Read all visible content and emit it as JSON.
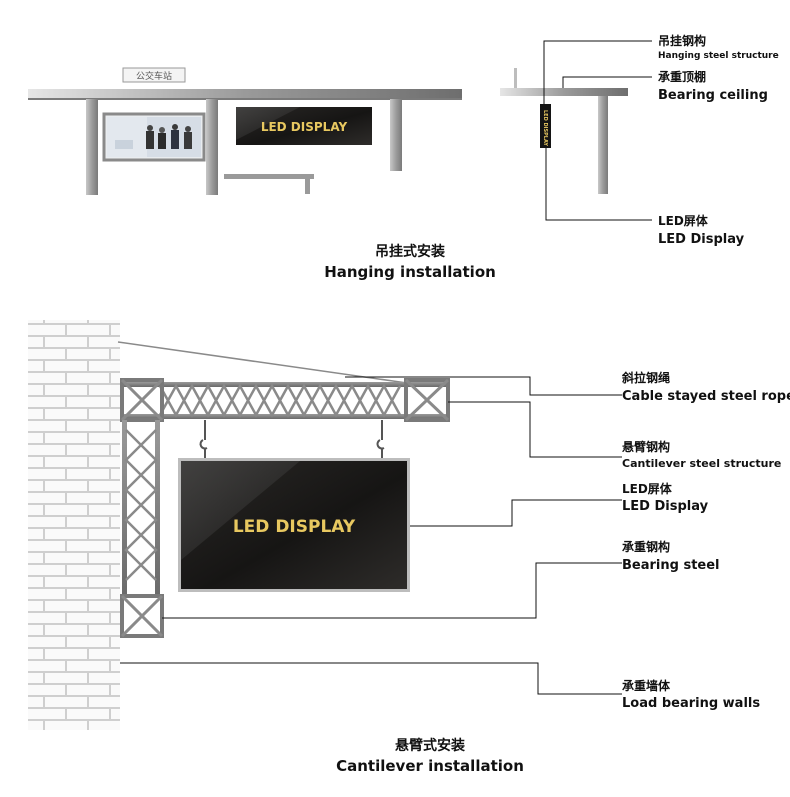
{
  "hanging": {
    "caption_cn": "吊挂式安装",
    "caption_en": "Hanging installation",
    "bus_stop_sign": "公交车站",
    "led_text": "LED DISPLAY",
    "side_led_text": "LED DISPLAY",
    "callouts": [
      {
        "cn": "吊挂钢构",
        "en": "Hanging steel structure"
      },
      {
        "cn": "承重顶棚",
        "en": "Bearing ceiling"
      },
      {
        "cn": "LED屏体",
        "en": "LED Display"
      }
    ]
  },
  "cantilever": {
    "caption_cn": "悬臂式安装",
    "caption_en": "Cantilever installation",
    "led_text": "LED DISPLAY",
    "callouts": [
      {
        "cn": "斜拉钢绳",
        "en": "Cable stayed steel rope"
      },
      {
        "cn": "悬臂钢构",
        "en": "Cantilever steel structure"
      },
      {
        "cn": "LED屏体",
        "en": "LED Display"
      },
      {
        "cn": "承重钢构",
        "en": "Bearing steel"
      },
      {
        "cn": "承重墙体",
        "en": "Load bearing walls"
      }
    ]
  },
  "colors": {
    "steel": "#9a9a9a",
    "led_panel": "#1c1a18",
    "led_text": "#e8c860",
    "line": "#111111"
  }
}
